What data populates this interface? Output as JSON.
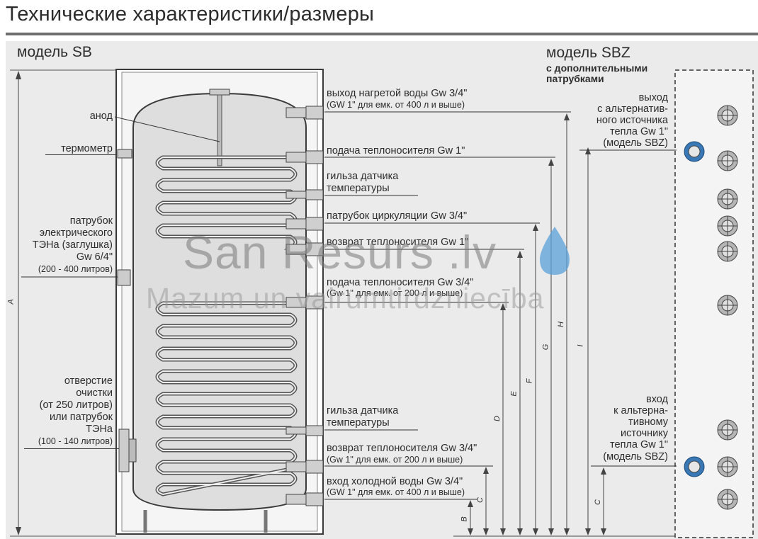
{
  "title": "Технические характеристики/размеры",
  "model_sb": "модель SB",
  "model_sbz": "модель SBZ",
  "model_sbz_sub": [
    "с дополнительными",
    "патрубками"
  ],
  "left_labels": {
    "anode": "анод",
    "thermometer": "термометр",
    "heater": [
      "патрубок",
      "электрического",
      "ТЭНа (заглушка)",
      "Gw 6/4\""
    ],
    "heater_note": "(200 - 400 литров)",
    "cleaning": [
      "отверстие",
      "очистки",
      "(от 250 литров)",
      "или патрубок",
      "ТЭНа"
    ],
    "cleaning_note": "(100 - 140 литров)"
  },
  "right_labels": {
    "hot_out": "выход нагретой воды Gw 3/4\"",
    "hot_out_note": "(GW 1\" для емк. от 400 л и выше)",
    "supply_top": "подача теплоносителя Gw 1\"",
    "sensor_top": [
      "гильза датчика",
      "температуры"
    ],
    "circulation": "патрубок циркуляции Gw 3/4\"",
    "return_top": "возврат теплоносителя Gw 1\"",
    "supply_bottom": "подача теплоносителя Gw 3/4\"",
    "supply_bottom_note": "(Gw 1\" для емк. от 200 л и выше)",
    "sensor_bottom": [
      "гильза датчика",
      "температуры"
    ],
    "return_bottom": "возврат теплоносителя Gw 3/4\"",
    "return_bottom_note": "(Gw 1\" для емк. от 200 л и выше)",
    "cold_in": "вход холодной воды Gw 3/4\"",
    "cold_in_note": "(GW 1\" для емк. от 400 л и выше)"
  },
  "sbz_labels": {
    "alt_out": [
      "выход",
      "с альтернатив-",
      "ного источника",
      "тепла Gw 1\"",
      "(модель SBZ)"
    ],
    "alt_in": [
      "вход",
      "к альтерна-",
      "тивному",
      "источнику",
      "тепла Gw 1\"",
      "(модель SBZ)"
    ]
  },
  "dimensions": {
    "A": "A",
    "B": "B",
    "C": "C",
    "D": "D",
    "E": "E",
    "F": "F",
    "G": "G",
    "H": "H",
    "I": "I",
    "C2": "C"
  },
  "watermark": {
    "line1": "San Resurs .lv",
    "line2": "Mazum un vairumtirdzniecība"
  },
  "colors": {
    "accent_blue": "#3a78b5",
    "drop_blue": "#5aa0d8",
    "tank_gray": "#d6d6d6"
  }
}
